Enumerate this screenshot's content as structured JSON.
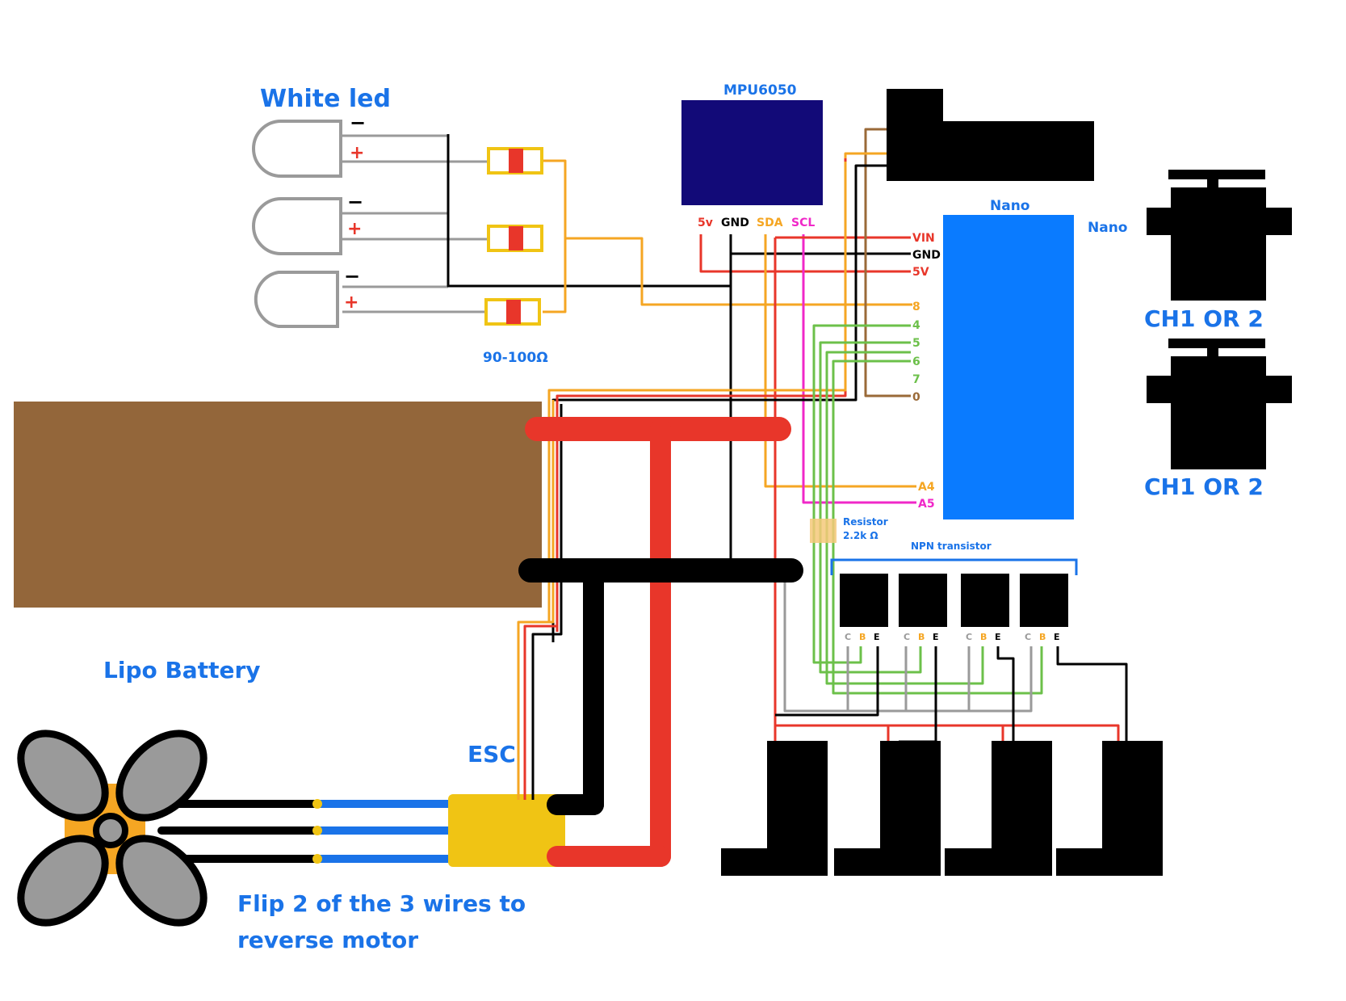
{
  "labels": {
    "white_led": "White led",
    "resistor_value": "90-100Ω",
    "mpu": "MPU6050",
    "nano_top": "Nano",
    "nano_side": "Nano",
    "servo1": "CH1 OR 2",
    "servo2": "CH1 OR 2",
    "lipo": "Lipo Battery",
    "esc": "ESC",
    "flip_line1": "Flip 2 of the 3 wires to",
    "flip_line2": "reverse motor",
    "resistor_line1": "Resistor",
    "resistor_line2": "2.2k Ω",
    "npn": "NPN transistor"
  },
  "led_marks": {
    "minus": "−",
    "plus": "+"
  },
  "mpu_pins": [
    "5v",
    "GND",
    "SDA",
    "SCL"
  ],
  "nano_pins": [
    "VIN",
    "GND",
    "5V",
    "8",
    "4",
    "5",
    "6",
    "7",
    "0",
    "A4",
    "A5"
  ],
  "transistor_pins": [
    "C",
    "B",
    "E"
  ],
  "colors": {
    "label_blue": "#1a73e8",
    "nano_blue": "#0a7bff",
    "mpu_navy": "#120a78",
    "battery_brown": "#93663a",
    "esc_yellow": "#f0c414",
    "red": "#e8362a",
    "orange": "#f5a623",
    "green": "#6cc04a",
    "magenta": "#f028c8",
    "brown": "#9a6a38",
    "gray": "#9a9a9a",
    "black": "#000000"
  }
}
